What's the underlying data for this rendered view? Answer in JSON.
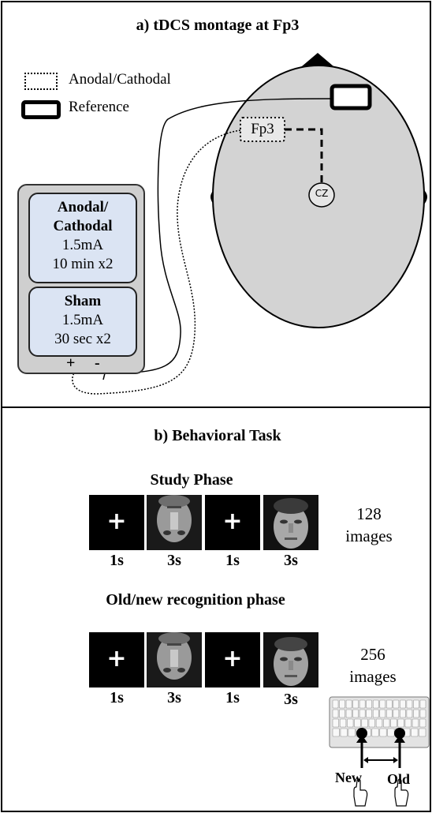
{
  "panel_a": {
    "title": "a) tDCS montage at Fp3",
    "legend": {
      "anodal_cathodal": "Anodal/Cathodal",
      "reference": "Reference"
    },
    "head": {
      "electrode_fp3": "Fp3",
      "electrode_cz": "CZ"
    },
    "device": {
      "active_line1": "Anodal/",
      "active_line2": "Cathodal",
      "active_current": "1.5mA",
      "active_duration": "10 min x2",
      "sham_title": "Sham",
      "sham_current": "1.5mA",
      "sham_duration": "30 sec x2",
      "plus": "+",
      "minus": "-"
    }
  },
  "panel_b": {
    "title": "b) Behavioral Task",
    "study": {
      "title": "Study Phase",
      "durations": [
        "1s",
        "3s",
        "1s",
        "3s"
      ],
      "count_value": "128",
      "count_unit": "images"
    },
    "recognition": {
      "title": "Old/new recognition phase",
      "durations": [
        "1s",
        "3s",
        "1s",
        "3s"
      ],
      "count_value": "256",
      "count_unit": "images",
      "response_new": "New",
      "response_old": "Old"
    },
    "fixation_symbol": "+"
  }
}
